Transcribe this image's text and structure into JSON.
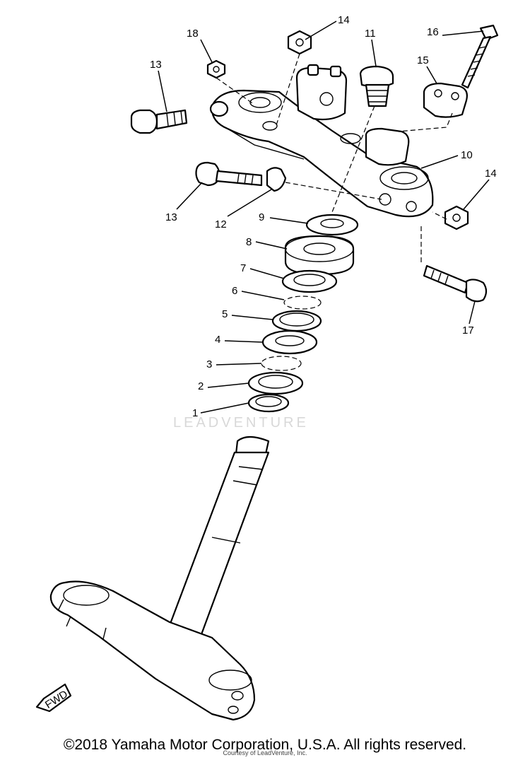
{
  "diagram": {
    "watermark": "LEADVENTURE",
    "direction_marker": "FWD",
    "callouts": [
      "1",
      "2",
      "3",
      "4",
      "5",
      "6",
      "7",
      "8",
      "9",
      "10",
      "11",
      "12",
      "13",
      "13",
      "14",
      "14",
      "15",
      "16",
      "17",
      "18"
    ]
  },
  "footer": {
    "copyright": "©2018 Yamaha Motor Corporation, U.S.A. All rights reserved.",
    "courtesy": "Courtesy of LeadVenture, Inc."
  }
}
